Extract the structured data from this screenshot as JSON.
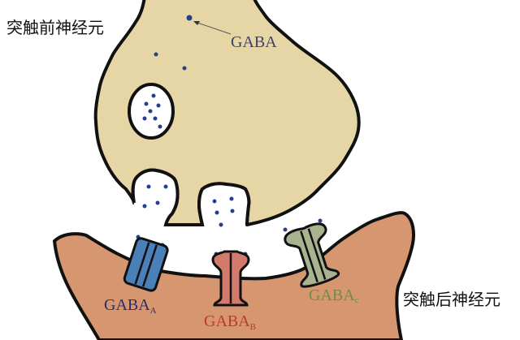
{
  "labels": {
    "presynaptic": "突触前神经元",
    "postsynaptic": "突触后神经元",
    "gaba": "GABA",
    "receptor_a": {
      "main": "GABA",
      "sub": "A"
    },
    "receptor_b": {
      "main": "GABA",
      "sub": "B"
    },
    "receptor_c": {
      "main": "GABA",
      "sub": "c"
    }
  },
  "colors": {
    "presynaptic_fill": "#e6d5a5",
    "postsynaptic_fill": "#d6966f",
    "receptor_a": "#4a7fb8",
    "receptor_b": "#d27a6c",
    "receptor_c": "#a9b38f",
    "gaba_dot": "#243f8c",
    "label_a": "#2b2b6b",
    "label_b": "#c0392b",
    "label_c": "#6c8f46",
    "label_gaba": "#3b4070"
  }
}
